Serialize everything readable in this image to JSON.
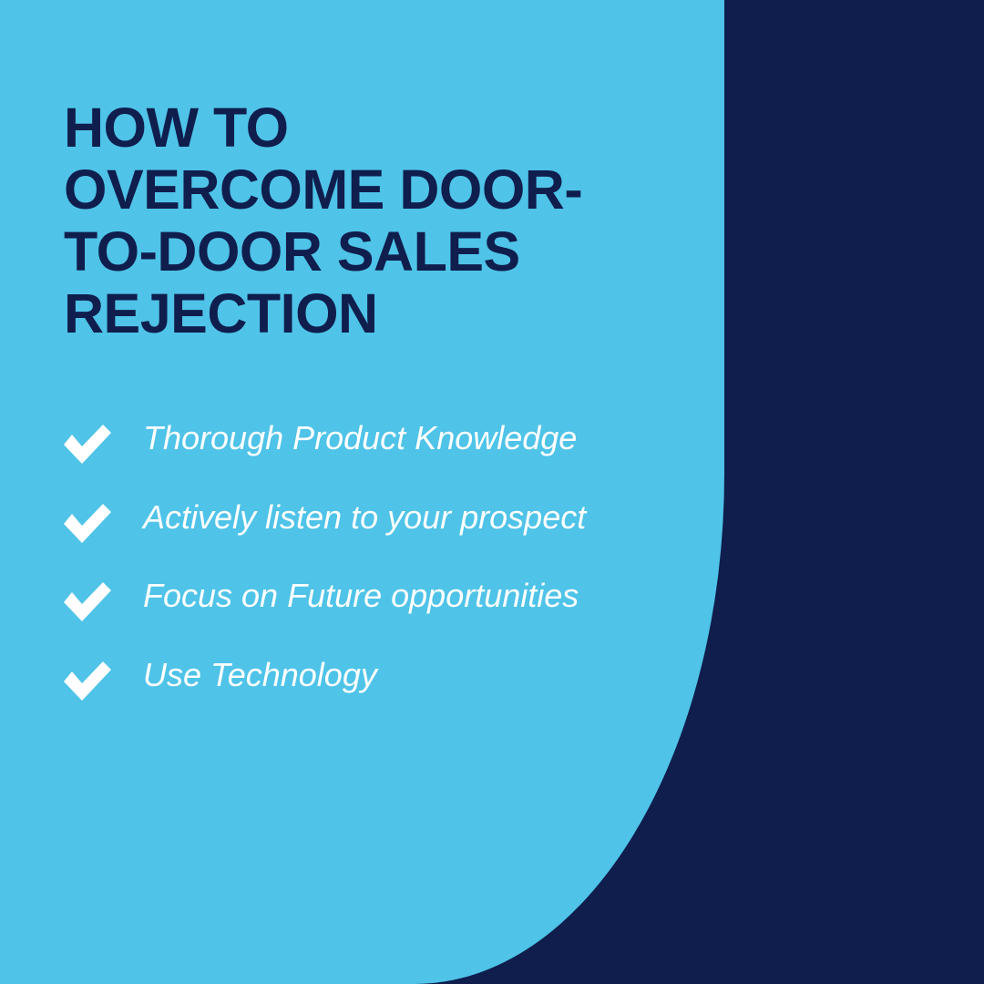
{
  "poster": {
    "title": "How to Overcome Door-to-Door Sales Rejection",
    "title_line_1": "HOW TO",
    "title_line_2": "OVERCOME DOOR-",
    "title_line_3": "TO-DOOR SALES",
    "title_line_4": "REJECTION",
    "colors": {
      "panel_light_blue": "#4fc3e8",
      "background_navy": "#0f1e4d",
      "title_text": "#0f1e4d",
      "list_text": "#ffffff",
      "check_icon": "#ffffff"
    },
    "checklist": {
      "icon_name": "check-icon",
      "items": [
        {
          "label": "Thorough Product Knowledge"
        },
        {
          "label": "Actively listen to your prospect"
        },
        {
          "label": "Focus on Future opportunities"
        },
        {
          "label": "Use Technology"
        }
      ]
    }
  }
}
